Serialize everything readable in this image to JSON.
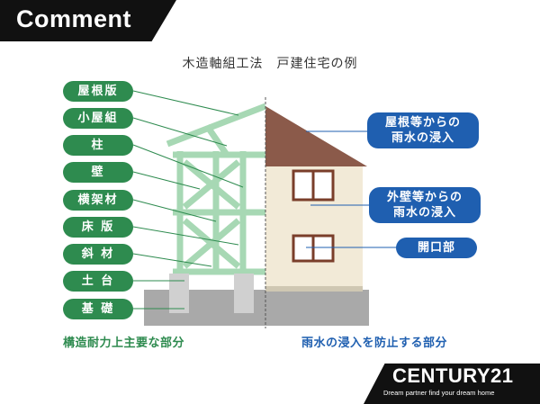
{
  "banner": {
    "text": "Comment"
  },
  "diagram": {
    "title": "木造軸組工法　戸建住宅の例",
    "structure_labels": [
      "屋根版",
      "小屋組",
      "柱",
      "壁",
      "横架材",
      "床 版",
      "斜 材",
      "土 台",
      "基 礎"
    ],
    "rain_labels": [
      {
        "line1": "屋根等からの",
        "line2": "雨水の浸入"
      },
      {
        "line1": "外壁等からの",
        "line2": "雨水の浸入"
      }
    ],
    "opening_label": "開口部",
    "caption_left": "構造耐力上主要な部分",
    "caption_right": "雨水の浸入を防止する部分",
    "colors": {
      "structure": "#2e8b4f",
      "rain": "#1f5fb0",
      "roof": "#8b5a4a",
      "wall": "#f2ead7"
    }
  },
  "brand": {
    "name": "CENTURY21",
    "tagline": "Dream partner find your dream home"
  }
}
